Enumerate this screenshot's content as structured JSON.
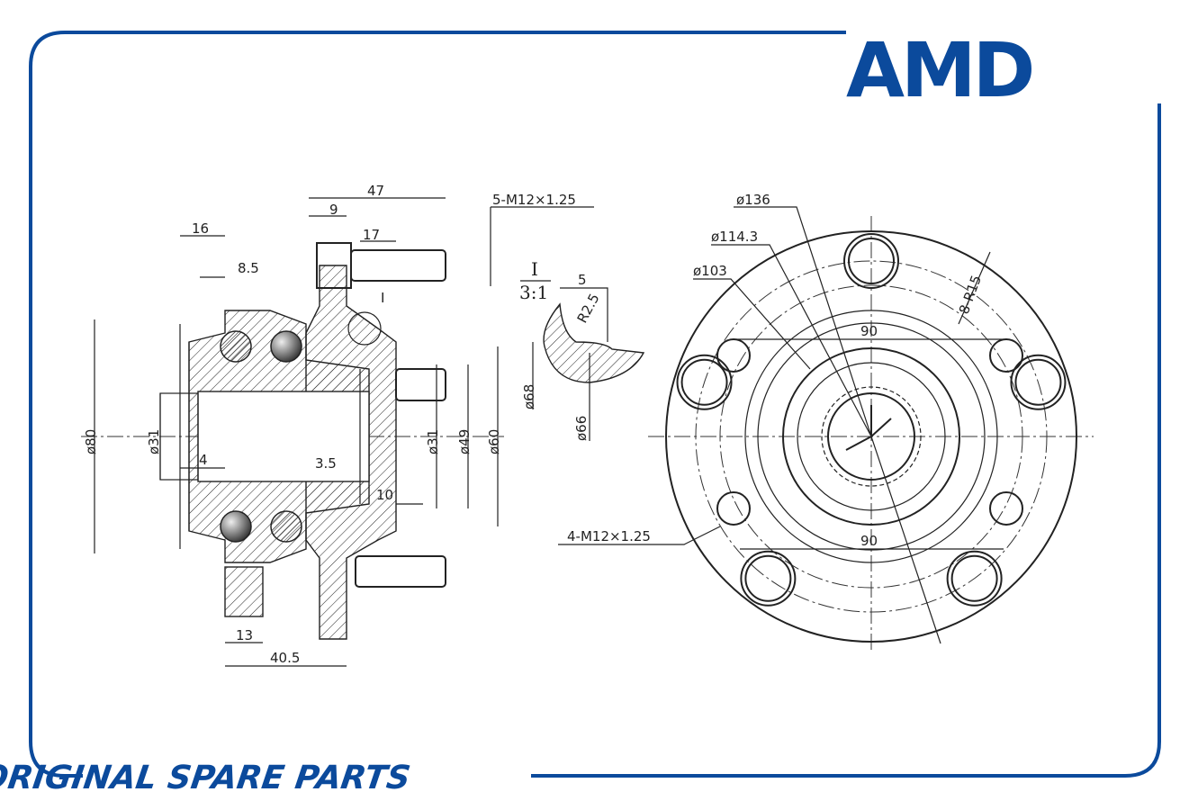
{
  "brand": {
    "logo": "AMD",
    "tagline": "ORIGINAL SPARE PARTS",
    "color": "#0b4a9c"
  },
  "side_view": {
    "dims": [
      "47",
      "9",
      "5-M12×1.25",
      "16",
      "17",
      "8.5",
      "I",
      "ø80",
      "ø31",
      "4",
      "3.5",
      "ø31",
      "ø49",
      "ø60",
      "10",
      "13",
      "40.5"
    ]
  },
  "detail": {
    "title": "I",
    "scale": "3:1",
    "dims": [
      "5",
      "R2.5",
      "ø68",
      "ø66"
    ]
  },
  "front_view": {
    "dims": [
      "ø136",
      "ø114.3",
      "ø103",
      "8-R15",
      "90",
      "90",
      "4-M12×1.25"
    ]
  }
}
